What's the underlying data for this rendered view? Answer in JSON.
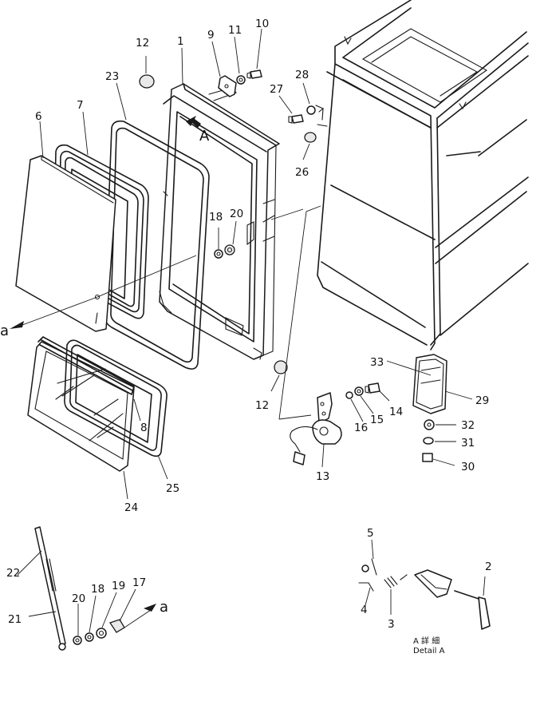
{
  "callouts": [
    {
      "id": "1",
      "text": "1"
    },
    {
      "id": "2",
      "text": "2"
    },
    {
      "id": "3",
      "text": "3"
    },
    {
      "id": "4",
      "text": "4"
    },
    {
      "id": "5",
      "text": "5"
    },
    {
      "id": "6",
      "text": "6"
    },
    {
      "id": "7",
      "text": "7"
    },
    {
      "id": "8",
      "text": "8"
    },
    {
      "id": "9",
      "text": "9"
    },
    {
      "id": "10",
      "text": "10"
    },
    {
      "id": "11",
      "text": "11"
    },
    {
      "id": "12",
      "text": "12"
    },
    {
      "id": "13",
      "text": "13"
    },
    {
      "id": "14",
      "text": "14"
    },
    {
      "id": "15",
      "text": "15"
    },
    {
      "id": "16",
      "text": "16"
    },
    {
      "id": "17",
      "text": "17"
    },
    {
      "id": "18",
      "text": "18"
    },
    {
      "id": "19",
      "text": "19"
    },
    {
      "id": "20",
      "text": "20"
    },
    {
      "id": "21",
      "text": "21"
    },
    {
      "id": "22",
      "text": "22"
    },
    {
      "id": "23",
      "text": "23"
    },
    {
      "id": "24",
      "text": "24"
    },
    {
      "id": "25",
      "text": "25"
    },
    {
      "id": "26",
      "text": "26"
    },
    {
      "id": "27",
      "text": "27"
    },
    {
      "id": "28",
      "text": "28"
    },
    {
      "id": "29",
      "text": "29"
    },
    {
      "id": "30",
      "text": "30"
    },
    {
      "id": "31",
      "text": "31"
    },
    {
      "id": "32",
      "text": "32"
    },
    {
      "id": "33",
      "text": "33"
    }
  ],
  "view_marker": "A",
  "reference_marker": "a",
  "detail_caption_jp": "A 詳 細",
  "detail_caption_en": "Detail A"
}
